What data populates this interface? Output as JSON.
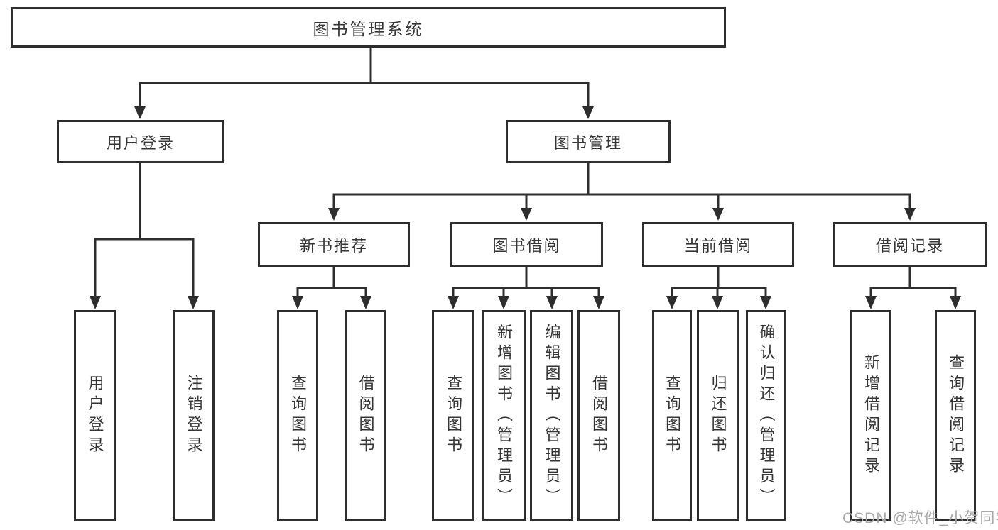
{
  "diagram": {
    "root": {
      "label": "图书管理系统"
    },
    "level2": [
      {
        "id": "user-login",
        "label": "用户登录"
      },
      {
        "id": "book-management",
        "label": "图书管理"
      }
    ],
    "level3": [
      {
        "id": "new-book-recommend",
        "label": "新书推荐"
      },
      {
        "id": "book-borrow",
        "label": "图书借阅"
      },
      {
        "id": "current-borrow",
        "label": "当前借阅"
      },
      {
        "id": "borrow-records",
        "label": "借阅记录"
      }
    ],
    "leaves": {
      "user_login": [
        {
          "label": "用户登录"
        },
        {
          "label": "注销登录"
        }
      ],
      "new_book": [
        {
          "label": "查询图书"
        },
        {
          "label": "借阅图书"
        }
      ],
      "book_borrow": [
        {
          "label": "查询图书"
        },
        {
          "label": "新增图书（管理员）"
        },
        {
          "label": "编辑图书（管理员）"
        },
        {
          "label": "借阅图书"
        }
      ],
      "current_borrow": [
        {
          "label": "查询图书"
        },
        {
          "label": "归还图书"
        },
        {
          "label": "确认归还（管理员）"
        }
      ],
      "borrow_records": [
        {
          "label": "新增借阅记录"
        },
        {
          "label": "查询借阅记录"
        }
      ]
    }
  },
  "watermark": {
    "text": "CSDN @软件_小贺同学"
  },
  "colors": {
    "line": "#2e2e2e",
    "text": "#353535",
    "background": "#ffffff",
    "watermark": "#a9a9a9"
  }
}
